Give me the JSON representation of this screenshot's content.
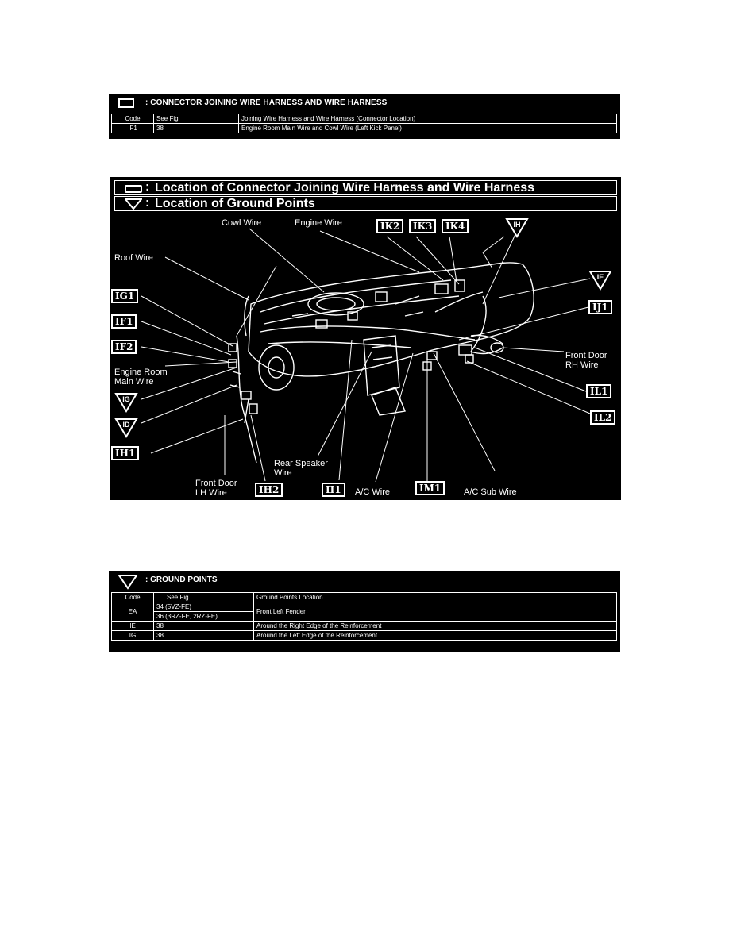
{
  "connector_table": {
    "title": ": CONNECTOR JOINING WIRE HARNESS AND WIRE HARNESS",
    "headers": [
      "Code",
      "See Fig",
      "Joining Wire Harness and Wire Harness (Connector Location)"
    ],
    "rows": [
      {
        "code": "IF1",
        "fig": "38",
        "desc": "Engine Room Main Wire and Cowl Wire (Left Kick Panel)"
      }
    ]
  },
  "diagram": {
    "legend_connector": "Location of Connector Joining Wire Harness and Wire Harness",
    "legend_ground": "Location of Ground Points",
    "labels": {
      "cowl_wire": "Cowl Wire",
      "engine_wire": "Engine Wire",
      "roof_wire": "Roof Wire",
      "engine_room_main_wire_1": "Engine Room",
      "engine_room_main_wire_2": "Main Wire",
      "front_door_rh_1": "Front Door",
      "front_door_rh_2": "RH Wire",
      "front_door_lh_1": "Front Door",
      "front_door_lh_2": "LH Wire",
      "rear_speaker_1": "Rear Speaker",
      "rear_speaker_2": "Wire",
      "ac_wire": "A/C Wire",
      "ac_sub_wire": "A/C Sub Wire"
    },
    "codes": {
      "ik2": "IK2",
      "ik3": "IK3",
      "ik4": "IK4",
      "ig1": "IG1",
      "if1": "IF1",
      "if2": "IF2",
      "ij1": "IJ1",
      "il1": "IL1",
      "il2": "IL2",
      "ih1": "IH1",
      "ih2": "IH2",
      "ii1": "II1",
      "im1": "IM1"
    },
    "grounds": {
      "ih": "IH",
      "ie": "IE",
      "ig": "IG",
      "id": "ID"
    }
  },
  "ground_table": {
    "title": ": GROUND POINTS",
    "headers": [
      "Code",
      "See Fig",
      "Ground Points Location"
    ],
    "rows": [
      {
        "code": "EA",
        "fig_a": "34 (5VZ-FE)",
        "fig_b": "36 (3RZ-FE, 2RZ-FE)",
        "loc": "Front Left Fender"
      },
      {
        "code": "IE",
        "fig": "38",
        "loc": "Around the Right Edge of the Reinforcement"
      },
      {
        "code": "IG",
        "fig": "38",
        "loc": "Around the Left Edge of the Reinforcement"
      }
    ]
  }
}
